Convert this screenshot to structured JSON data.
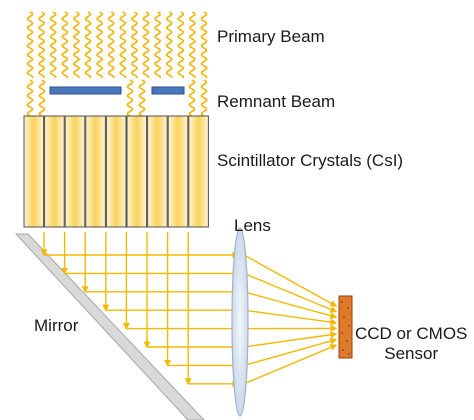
{
  "labels": {
    "primary_beam": "Primary Beam",
    "remnant_beam": "Remnant Beam",
    "scintillator": "Scintillator Crystals (CsI)",
    "lens": "Lens",
    "mirror": "Mirror",
    "sensor_line1": "CCD or CMOS",
    "sensor_line2": "Sensor"
  },
  "diagram": {
    "primary_wave_count": 16,
    "crystal_count": 9,
    "light_ray_count": 8,
    "colors": {
      "xray_wave": "#f0b400",
      "light_ray": "#f5b800",
      "crystal_glow": "#f9d35a",
      "crystal_border": "#505050",
      "blocker": "#4a78c0",
      "blocker_border": "#2f4f8a",
      "mirror_fill": "#d9d9d9",
      "mirror_border": "#a6a6a6",
      "lens_fill": "#dde8f2",
      "lens_border": "#9fb3c8",
      "sensor_fill": "#e07a2a",
      "sensor_border": "#8a4512"
    }
  }
}
